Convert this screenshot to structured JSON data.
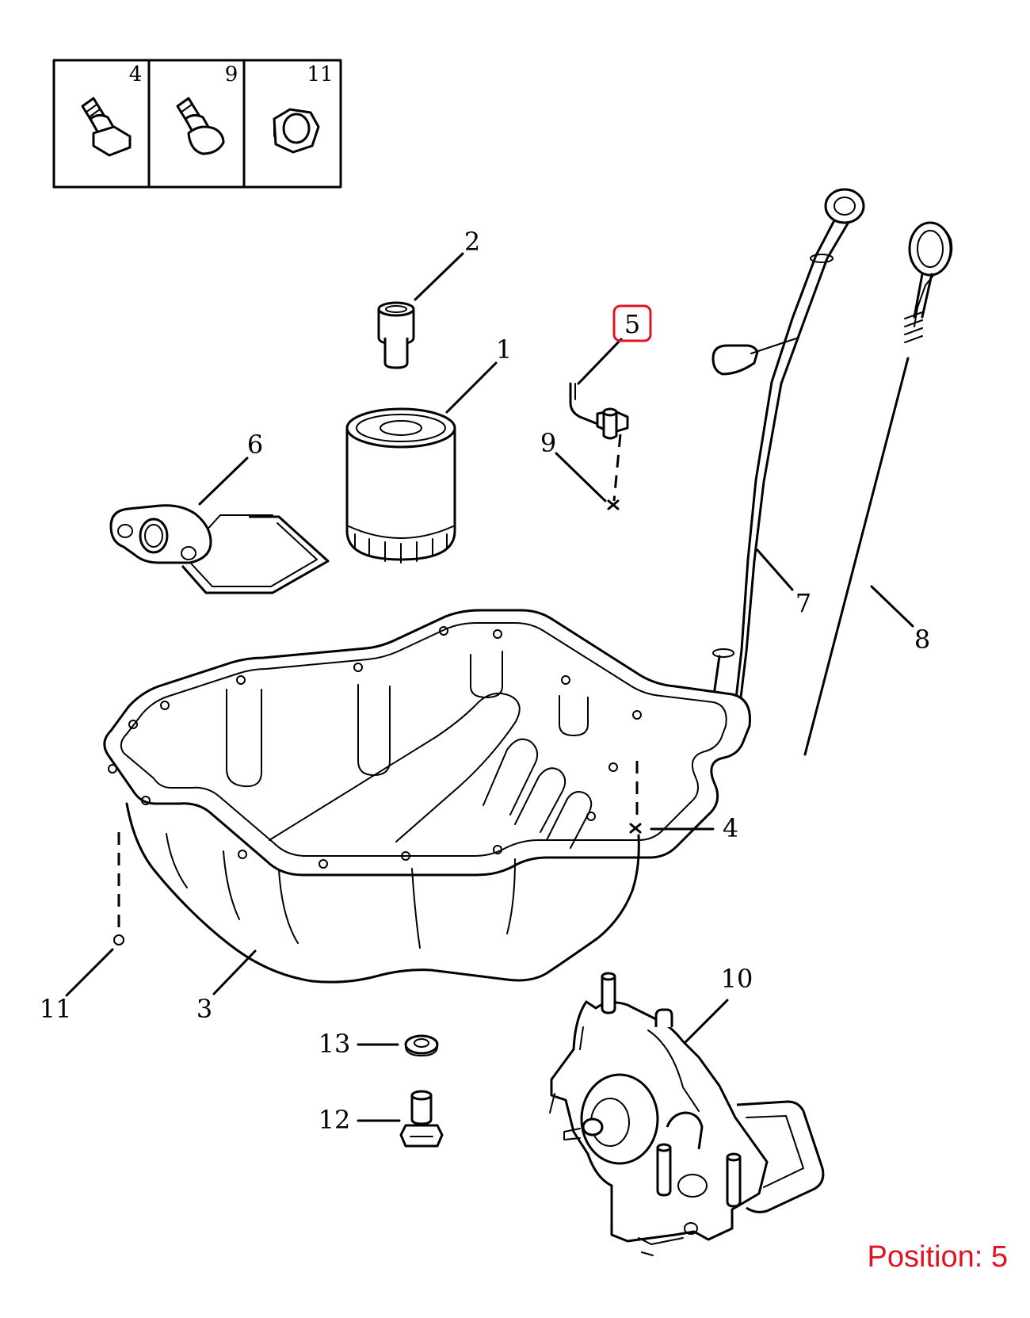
{
  "legend_box": {
    "labels": [
      "4",
      "9",
      "11"
    ]
  },
  "callouts": {
    "c1": "1",
    "c2": "2",
    "c3": "3",
    "c4": "4",
    "c5": "5",
    "c6": "6",
    "c7": "7",
    "c8": "8",
    "c9": "9",
    "c10": "10",
    "c11": "11",
    "c12": "12",
    "c13": "13"
  },
  "highlight_color": "#e0141e",
  "position_text": "Position: 5"
}
